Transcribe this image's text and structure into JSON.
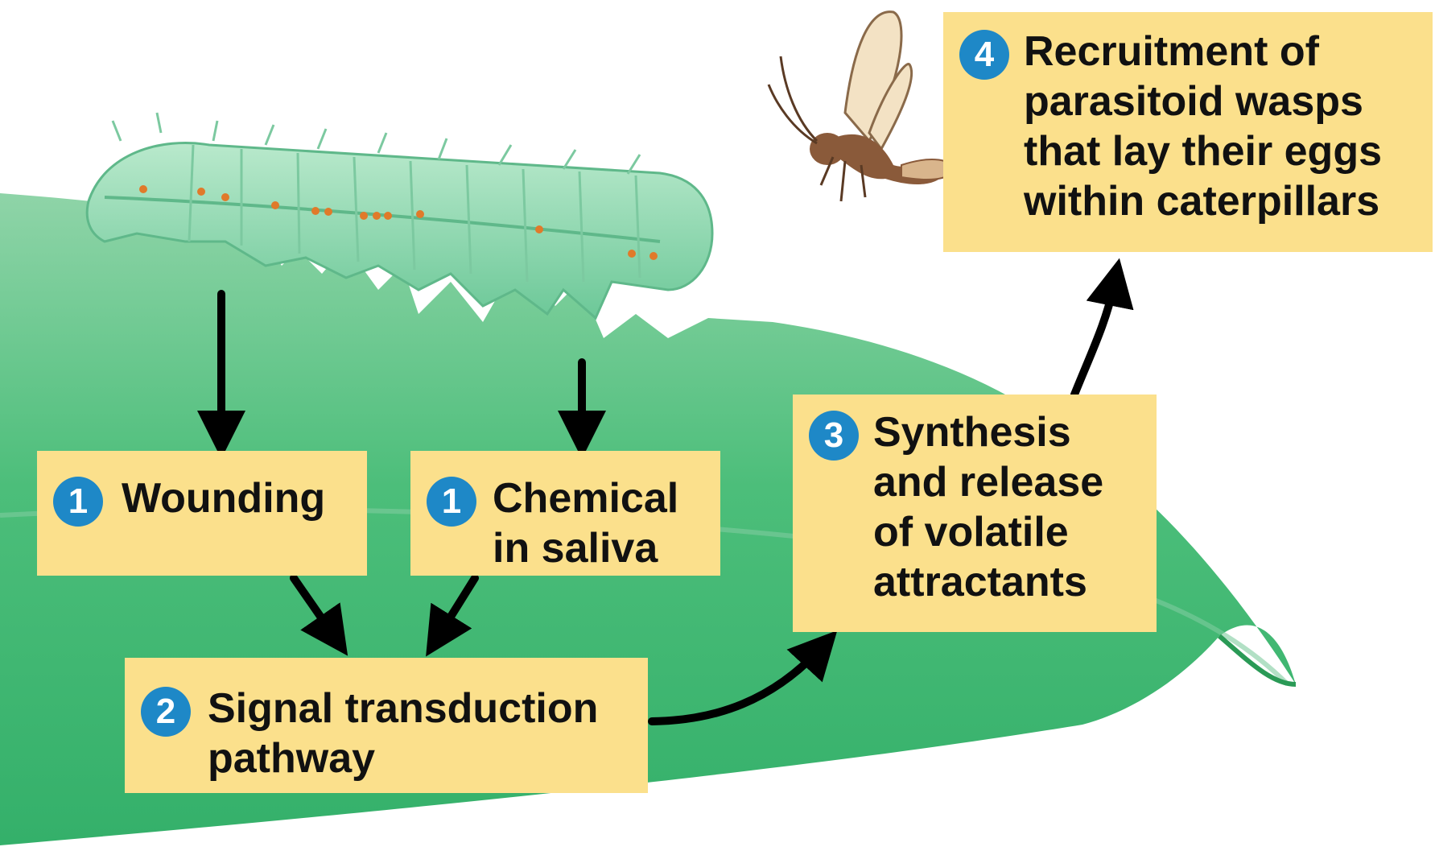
{
  "colors": {
    "box_fill": "#fbe08c",
    "badge": "#1e88c7",
    "leaf_dark": "#3fb86e",
    "leaf_light": "#8fd4a8",
    "caterpillar": "#9fdcb8",
    "wasp": "#8a5a3a",
    "arrow": "#000000"
  },
  "icons": {
    "caterpillar": "caterpillar-icon",
    "wasp": "parasitoid-wasp-icon",
    "leaf": "leaf-illustration"
  },
  "steps": {
    "wounding": {
      "number": "1",
      "text": "Wounding"
    },
    "chemical": {
      "number": "1",
      "text": "Chemical\nin saliva"
    },
    "signal": {
      "number": "2",
      "text": "Signal transduction\npathway"
    },
    "synthesis": {
      "number": "3",
      "text": "Synthesis\nand release\nof volatile\nattractants"
    },
    "recruitment": {
      "number": "4",
      "text": "Recruitment of\nparasitoid wasps\nthat lay their eggs\nwithin caterpillars"
    }
  }
}
